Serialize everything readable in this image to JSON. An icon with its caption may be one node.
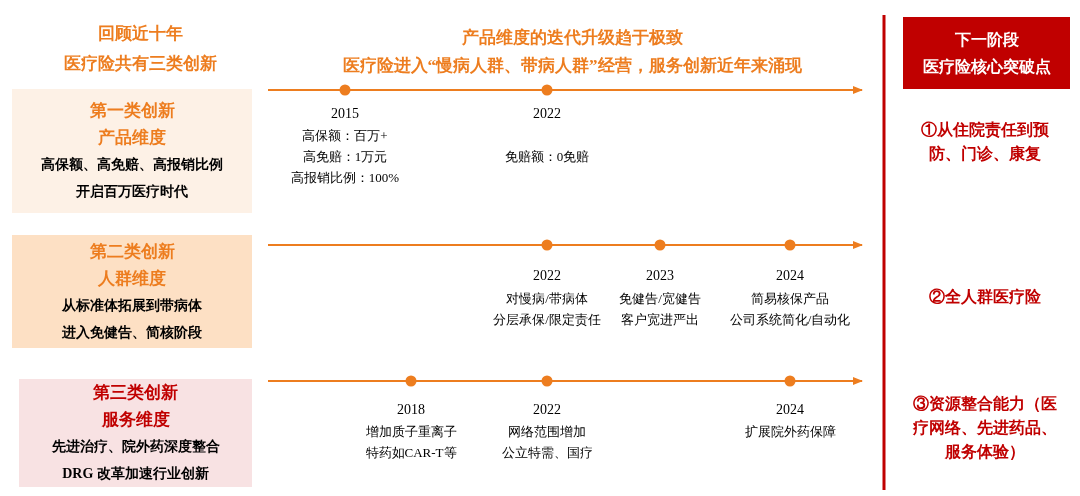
{
  "diagram": {
    "nodes": [
      {
        "text": [
          "第一类创新",
          "产品维度",
          "高保额、高免赔、高报销比例",
          "开启百万医疗时代"
        ]
      },
      {
        "text": [
          "第二类创新",
          "人群维度",
          "从标准体拓展到带病体",
          "进入免健告、简核阶段"
        ]
      },
      {
        "text": [
          "第三类创新",
          "服务维度",
          "先进治疗、院外药深度整合",
          "DRG 改革加速行业创新"
        ]
      },
      {
        "text": [
          "下一阶段",
          "医疗险核心突破点"
        ]
      }
    ],
    "labels": [
      "回顾近十年",
      "医疗险共有三类创新",
      "产品维度的迭代升级趋于极致",
      "医疗险进入“慢病人群、带病人群”经营，服务创新近年来涌现",
      "2015",
      "高保额：百万+",
      "高免赔：1万元",
      "高报销比例：100%",
      "2022",
      "免赔额：0免赔",
      "2022",
      "对慢病/带病体",
      "分层承保/限定责任",
      "2023",
      "免健告/宽健告",
      "客户宽进严出",
      "2024",
      "简易核保产品",
      "公司系统简化/自动化",
      "2018",
      "增加质子重离子",
      "特药如CAR-T等",
      "2022",
      "网络范围增加",
      "公立特需、国疗",
      "2024",
      "扩展院外药保障",
      "①从住院责任到预防、门诊、康复",
      "②全人群医疗险",
      "③资源整合能力（医疗网络、先进药品、服务体验）"
    ]
  }
}
